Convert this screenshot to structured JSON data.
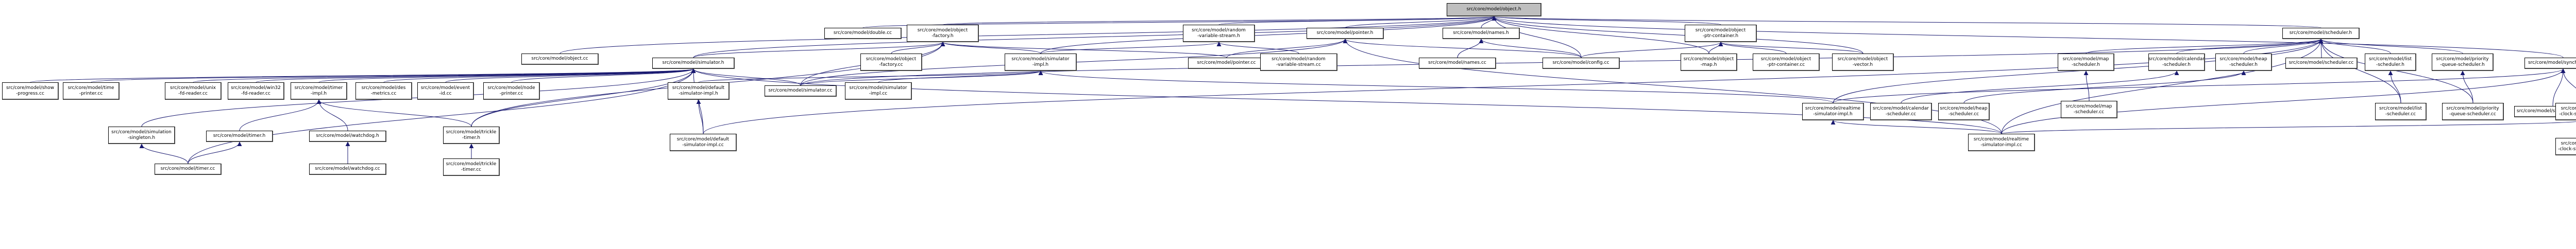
{
  "graph": {
    "title": "src/core/model/object.h include dependency graph",
    "edge_color": "#191970",
    "nodes": [
      {
        "id": "object_h",
        "label": "src/core/model/object.h",
        "root": true
      },
      {
        "id": "double_cc",
        "label": "src/core/model/double.cc"
      },
      {
        "id": "object_factory_h",
        "label": "src/core/model/object\n-factory.h"
      },
      {
        "id": "random_var_stream_h",
        "label": "src/core/model/random\n-variable-stream.h"
      },
      {
        "id": "pointer_h",
        "label": "src/core/model/pointer.h"
      },
      {
        "id": "names_h",
        "label": "src/core/model/names.h"
      },
      {
        "id": "object_ptr_container_h",
        "label": "src/core/model/object\n-ptr-container.h"
      },
      {
        "id": "scheduler_h",
        "label": "src/core/model/scheduler.h"
      },
      {
        "id": "object_cc",
        "label": "src/core/model/object.cc"
      },
      {
        "id": "simulator_h",
        "label": "src/core/model/simulator.h"
      },
      {
        "id": "object_factory_cc",
        "label": "src/core/model/object\n-factory.cc"
      },
      {
        "id": "simulator_impl_h",
        "label": "src/core/model/simulator\n-impl.h"
      },
      {
        "id": "pointer_cc",
        "label": "src/core/model/pointer.cc"
      },
      {
        "id": "random_var_stream_cc",
        "label": "src/core/model/random\n-variable-stream.cc"
      },
      {
        "id": "names_cc",
        "label": "src/core/model/names.cc"
      },
      {
        "id": "config_cc",
        "label": "src/core/model/config.cc"
      },
      {
        "id": "object_map_h",
        "label": "src/core/model/object\n-map.h"
      },
      {
        "id": "object_ptr_container_cc",
        "label": "src/core/model/object\n-ptr-container.cc"
      },
      {
        "id": "object_vector_h",
        "label": "src/core/model/object\n-vector.h"
      },
      {
        "id": "map_scheduler_h",
        "label": "src/core/model/map\n-scheduler.h"
      },
      {
        "id": "calendar_scheduler_h",
        "label": "src/core/model/calendar\n-scheduler.h"
      },
      {
        "id": "heap_scheduler_h",
        "label": "src/core/model/heap\n-scheduler.h"
      },
      {
        "id": "scheduler_cc",
        "label": "src/core/model/scheduler.cc"
      },
      {
        "id": "list_scheduler_h",
        "label": "src/core/model/list\n-scheduler.h"
      },
      {
        "id": "priority_queue_scheduler_h",
        "label": "src/core/model/priority\n-queue-scheduler.h"
      },
      {
        "id": "synchronizer_h",
        "label": "src/core/model/synchronizer.h"
      },
      {
        "id": "show_progress_cc",
        "label": "src/core/model/show\n-progress.cc"
      },
      {
        "id": "time_printer_cc",
        "label": "src/core/model/time\n-printer.cc"
      },
      {
        "id": "unix_fd_reader_cc",
        "label": "src/core/model/unix\n-fd-reader.cc"
      },
      {
        "id": "win32_fd_reader_cc",
        "label": "src/core/model/win32\n-fd-reader.cc"
      },
      {
        "id": "timer_impl_h",
        "label": "src/core/model/timer\n-impl.h"
      },
      {
        "id": "des_metrics_cc",
        "label": "src/core/model/des\n-metrics.cc"
      },
      {
        "id": "event_id_cc",
        "label": "src/core/model/event\n-id.cc"
      },
      {
        "id": "node_printer_cc",
        "label": "src/core/model/node\n-printer.cc"
      },
      {
        "id": "default_sim_impl_h",
        "label": "src/core/model/default\n-simulator-impl.h"
      },
      {
        "id": "simulator_cc",
        "label": "src/core/model/simulator.cc"
      },
      {
        "id": "simulator_impl_cc",
        "label": "src/core/model/simulator\n-impl.cc"
      },
      {
        "id": "realtime_sim_impl_h",
        "label": "src/core/model/realtime\n-simulator-impl.h"
      },
      {
        "id": "calendar_scheduler_cc",
        "label": "src/core/model/calendar\n-scheduler.cc"
      },
      {
        "id": "heap_scheduler_cc",
        "label": "src/core/model/heap\n-scheduler.cc"
      },
      {
        "id": "map_scheduler_cc",
        "label": "src/core/model/map\n-scheduler.cc"
      },
      {
        "id": "list_scheduler_cc",
        "label": "src/core/model/list\n-scheduler.cc"
      },
      {
        "id": "priority_queue_scheduler_cc",
        "label": "src/core/model/priority\n-queue-scheduler.cc"
      },
      {
        "id": "synchronizer_cc",
        "label": "src/core/model/synchronizer.cc"
      },
      {
        "id": "wall_clock_sync_h",
        "label": "src/core/model/wall\n-clock-synchronizer.h"
      },
      {
        "id": "simulation_singleton_h",
        "label": "src/core/model/simulation\n-singleton.h"
      },
      {
        "id": "timer_h",
        "label": "src/core/model/timer.h"
      },
      {
        "id": "watchdog_h",
        "label": "src/core/model/watchdog.h"
      },
      {
        "id": "trickle_timer_h",
        "label": "src/core/model/trickle\n-timer.h"
      },
      {
        "id": "default_sim_impl_cc",
        "label": "src/core/model/default\n-simulator-impl.cc"
      },
      {
        "id": "realtime_sim_impl_cc",
        "label": "src/core/model/realtime\n-simulator-impl.cc"
      },
      {
        "id": "wall_clock_sync_cc",
        "label": "src/core/model/wall\n-clock-synchronizer.cc"
      },
      {
        "id": "timer_cc",
        "label": "src/core/model/timer.cc"
      },
      {
        "id": "watchdog_cc",
        "label": "src/core/model/watchdog.cc"
      },
      {
        "id": "trickle_timer_cc",
        "label": "src/core/model/trickle\n-timer.cc"
      }
    ],
    "edges": [
      [
        "double_cc",
        "object_h"
      ],
      [
        "object_factory_h",
        "object_h"
      ],
      [
        "random_var_stream_h",
        "object_h"
      ],
      [
        "pointer_h",
        "object_h"
      ],
      [
        "names_h",
        "object_h"
      ],
      [
        "object_ptr_container_h",
        "object_h"
      ],
      [
        "scheduler_h",
        "object_h"
      ],
      [
        "object_cc",
        "object_h"
      ],
      [
        "simulator_h",
        "object_h"
      ],
      [
        "simulator_impl_h",
        "object_h"
      ],
      [
        "config_cc",
        "object_h"
      ],
      [
        "object_vector_h",
        "object_h"
      ],
      [
        "object_map_h",
        "object_h"
      ],
      [
        "synchronizer_h",
        "object_h"
      ],
      [
        "object_factory_cc",
        "object_factory_h"
      ],
      [
        "simulator_h",
        "object_factory_h"
      ],
      [
        "simulator_impl_h",
        "object_factory_h"
      ],
      [
        "pointer_cc",
        "object_factory_h"
      ],
      [
        "trickle_timer_h",
        "object_factory_h"
      ],
      [
        "simulator_cc",
        "object_factory_h"
      ],
      [
        "random_var_stream_cc",
        "random_var_stream_h"
      ],
      [
        "simulator_impl_h",
        "random_var_stream_h"
      ],
      [
        "pointer_cc",
        "pointer_h"
      ],
      [
        "config_cc",
        "pointer_h"
      ],
      [
        "realtime_sim_impl_cc",
        "pointer_h"
      ],
      [
        "simulator_cc",
        "pointer_h"
      ],
      [
        "names_cc",
        "names_h"
      ],
      [
        "config_cc",
        "names_h"
      ],
      [
        "config_cc",
        "object_ptr_container_h"
      ],
      [
        "object_map_h",
        "object_ptr_container_h"
      ],
      [
        "object_ptr_container_cc",
        "object_ptr_container_h"
      ],
      [
        "object_vector_h",
        "object_ptr_container_h"
      ],
      [
        "map_scheduler_h",
        "scheduler_h"
      ],
      [
        "calendar_scheduler_h",
        "scheduler_h"
      ],
      [
        "heap_scheduler_h",
        "scheduler_h"
      ],
      [
        "scheduler_cc",
        "scheduler_h"
      ],
      [
        "list_scheduler_h",
        "scheduler_h"
      ],
      [
        "priority_queue_scheduler_h",
        "scheduler_h"
      ],
      [
        "simulator_cc",
        "scheduler_h"
      ],
      [
        "realtime_sim_impl_h",
        "scheduler_h"
      ],
      [
        "default_sim_impl_cc",
        "scheduler_h"
      ],
      [
        "realtime_sim_impl_cc",
        "scheduler_h"
      ],
      [
        "list_scheduler_cc",
        "scheduler_h"
      ],
      [
        "priority_queue_scheduler_cc",
        "scheduler_h"
      ],
      [
        "show_progress_cc",
        "simulator_h"
      ],
      [
        "time_printer_cc",
        "simulator_h"
      ],
      [
        "unix_fd_reader_cc",
        "simulator_h"
      ],
      [
        "win32_fd_reader_cc",
        "simulator_h"
      ],
      [
        "timer_impl_h",
        "simulator_h"
      ],
      [
        "des_metrics_cc",
        "simulator_h"
      ],
      [
        "event_id_cc",
        "simulator_h"
      ],
      [
        "node_printer_cc",
        "simulator_h"
      ],
      [
        "simulation_singleton_h",
        "simulator_h"
      ],
      [
        "timer_cc",
        "simulator_h"
      ],
      [
        "default_sim_impl_cc",
        "simulator_h"
      ],
      [
        "simulator_cc",
        "simulator_h"
      ],
      [
        "realtime_sim_impl_cc",
        "simulator_h"
      ],
      [
        "trickle_timer_h",
        "simulator_h"
      ],
      [
        "default_sim_impl_h",
        "simulator_impl_h"
      ],
      [
        "simulator_cc",
        "simulator_impl_h"
      ],
      [
        "simulator_impl_cc",
        "simulator_impl_h"
      ],
      [
        "realtime_sim_impl_h",
        "simulator_impl_h"
      ],
      [
        "default_sim_impl_cc",
        "default_sim_impl_h"
      ],
      [
        "realtime_sim_impl_cc",
        "realtime_sim_impl_h"
      ],
      [
        "map_scheduler_cc",
        "map_scheduler_h"
      ],
      [
        "calendar_scheduler_cc",
        "calendar_scheduler_h"
      ],
      [
        "heap_scheduler_cc",
        "heap_scheduler_h"
      ],
      [
        "list_scheduler_cc",
        "list_scheduler_h"
      ],
      [
        "priority_queue_scheduler_cc",
        "priority_queue_scheduler_h"
      ],
      [
        "synchronizer_cc",
        "synchronizer_h"
      ],
      [
        "wall_clock_sync_h",
        "synchronizer_h"
      ],
      [
        "realtime_sim_impl_h",
        "synchronizer_h"
      ],
      [
        "realtime_sim_impl_cc",
        "synchronizer_h"
      ],
      [
        "realtime_sim_impl_cc",
        "wall_clock_sync_h"
      ],
      [
        "wall_clock_sync_cc",
        "wall_clock_sync_h"
      ],
      [
        "timer_h",
        "timer_impl_h"
      ],
      [
        "watchdog_h",
        "timer_impl_h"
      ],
      [
        "trickle_timer_h",
        "timer_impl_h"
      ],
      [
        "timer_cc",
        "simulation_singleton_h"
      ],
      [
        "timer_cc",
        "timer_h"
      ],
      [
        "watchdog_cc",
        "watchdog_h"
      ],
      [
        "trickle_timer_cc",
        "trickle_timer_h"
      ]
    ]
  }
}
